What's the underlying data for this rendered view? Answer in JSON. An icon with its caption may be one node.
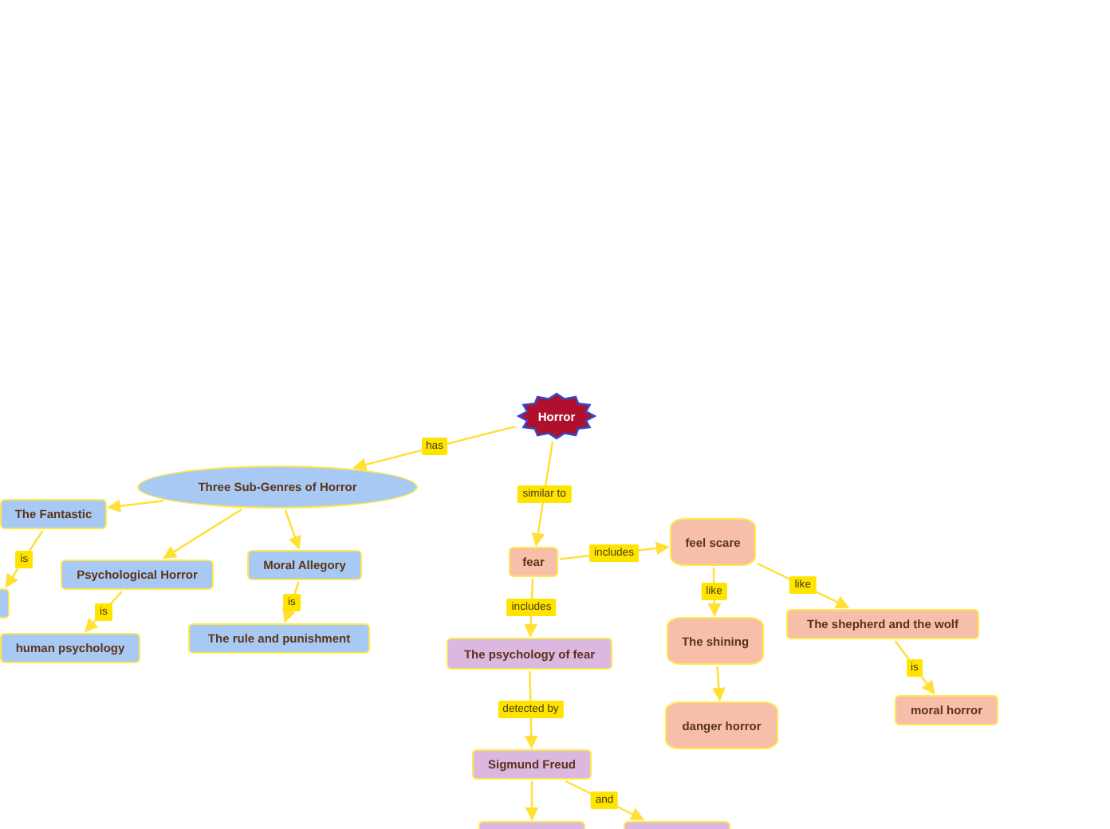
{
  "diagram": {
    "nodes": [
      {
        "text": [
          "Horror"
        ]
      },
      {
        "text": [
          "Three Sub-Genres of Horror"
        ]
      },
      {
        "text": [
          "The Fantastic"
        ]
      },
      {
        "text": [],
        "shape": "box"
      },
      {
        "text": [
          "Psychological Horror"
        ]
      },
      {
        "text": [
          "human psychology"
        ]
      },
      {
        "text": [
          "Moral Allegory"
        ]
      },
      {
        "text": [
          "The rule and punishment"
        ]
      },
      {
        "text": [
          "fear"
        ]
      },
      {
        "text": [
          "feel scare"
        ]
      },
      {
        "text": [
          "The shining"
        ]
      },
      {
        "text": [
          "danger horror"
        ]
      },
      {
        "text": [
          "The shepherd and the wolf"
        ]
      },
      {
        "text": [
          "moral horror"
        ]
      },
      {
        "text": [
          "The psychology of fear"
        ]
      },
      {
        "text": [
          "Sigmund Freud"
        ]
      },
      {
        "text": [],
        "shape": "box"
      },
      {
        "text": [],
        "shape": "box"
      }
    ],
    "edges": [
      {
        "from": 0,
        "to": 1,
        "arrow": "to",
        "label": "has"
      },
      {
        "from": 1,
        "to": 2,
        "arrow": "to"
      },
      {
        "from": 1,
        "to": 4,
        "arrow": "to"
      },
      {
        "from": 1,
        "to": 6,
        "arrow": "to"
      },
      {
        "from": 2,
        "to": 3,
        "arrow": "to",
        "label": "is"
      },
      {
        "from": 4,
        "to": 5,
        "arrow": "to",
        "label": "is"
      },
      {
        "from": 6,
        "to": 7,
        "arrow": "to",
        "label": "is"
      },
      {
        "from": 0,
        "to": 8,
        "arrow": "to",
        "label": "similar to"
      },
      {
        "from": 8,
        "to": 9,
        "arrow": "to",
        "label": "includes"
      },
      {
        "from": 9,
        "to": 10,
        "arrow": "to",
        "label": "like"
      },
      {
        "from": 9,
        "to": 12,
        "arrow": "to",
        "label": "like"
      },
      {
        "from": 10,
        "to": 11,
        "arrow": "to"
      },
      {
        "from": 12,
        "to": 13,
        "arrow": "to",
        "label": "is"
      },
      {
        "from": 8,
        "to": 14,
        "arrow": "to",
        "label": "includes"
      },
      {
        "from": 14,
        "to": 15,
        "arrow": "to",
        "label": "detected by"
      },
      {
        "from": 15,
        "to": 16,
        "arrow": "to"
      },
      {
        "from": 15,
        "to": 17,
        "arrow": "to",
        "label": "and"
      }
    ]
  }
}
